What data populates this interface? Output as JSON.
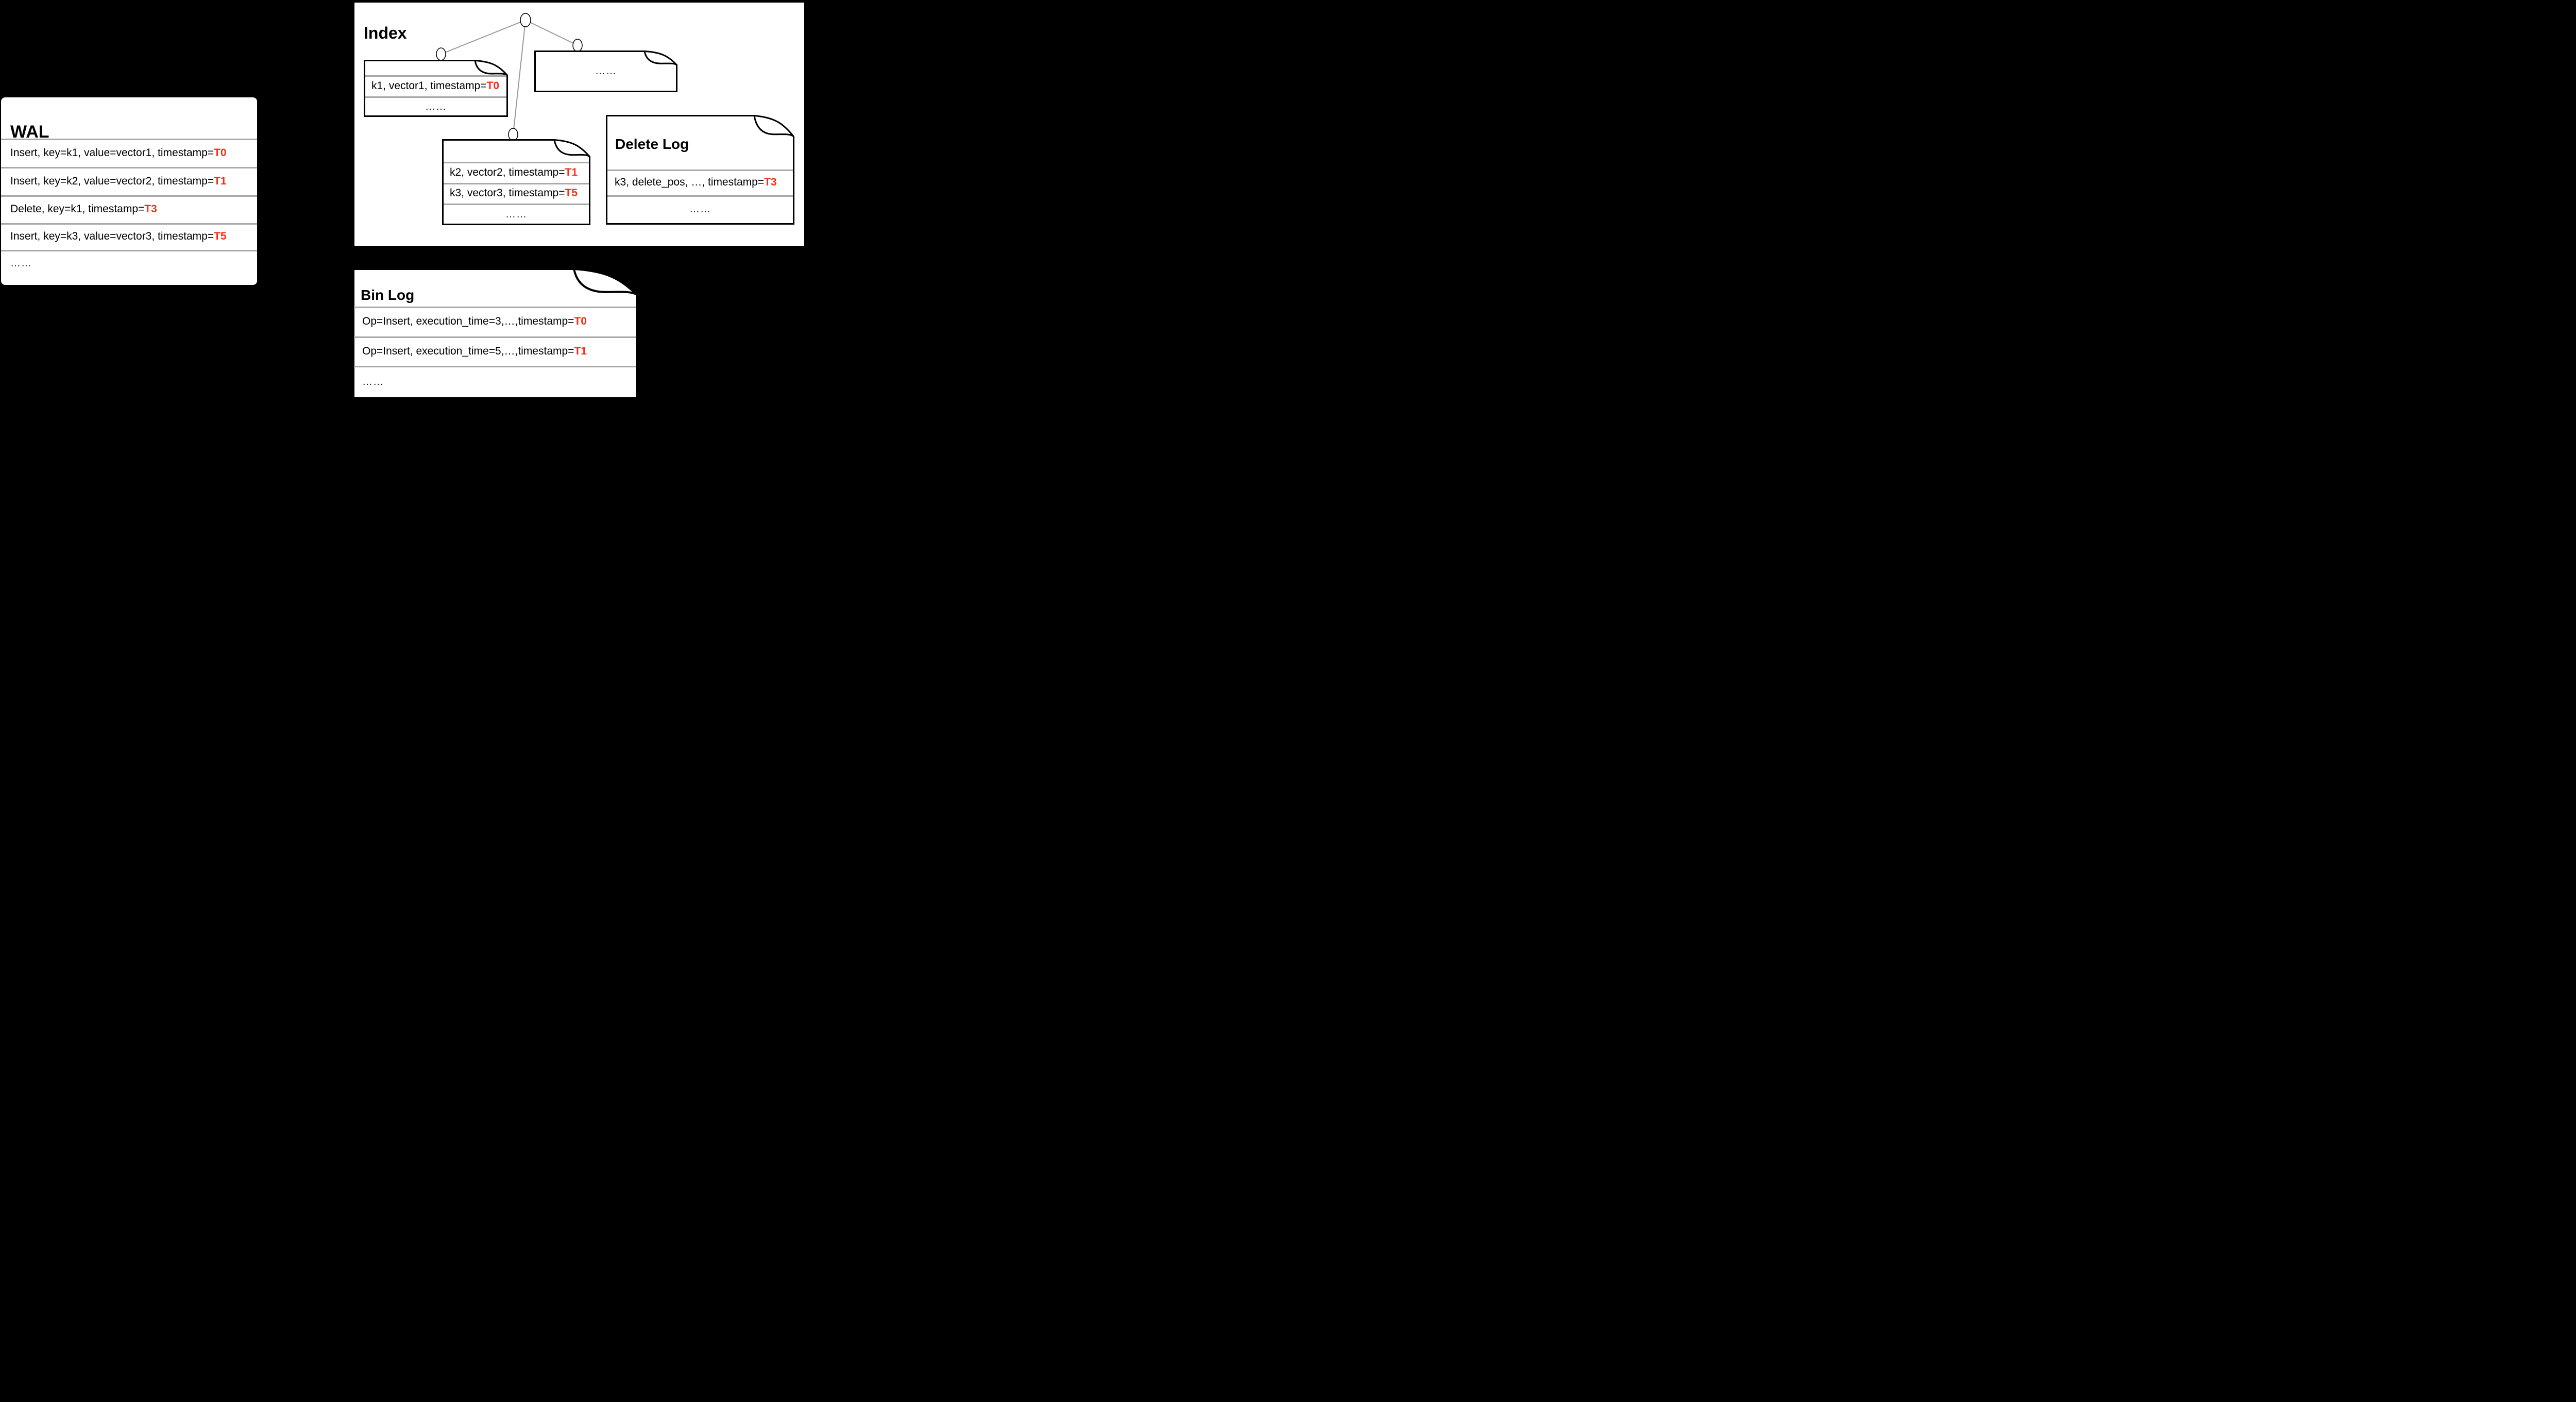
{
  "colors": {
    "background": "#000000",
    "panel": "#FFFFFF",
    "accent_red": "#FC2D14",
    "separator_gray": "#A8A8A8",
    "tree_line_gray": "#999999",
    "outline_black": "#000000"
  },
  "wal": {
    "title": "WAL",
    "rows": [
      {
        "text": "Insert, key=k1, value=vector1, timestamp=",
        "timestamp": "T0"
      },
      {
        "text": "Insert, key=k2, value=vector2, timestamp=",
        "timestamp": "T1"
      },
      {
        "text": "Delete, key=k1, timestamp=",
        "timestamp": "T3"
      },
      {
        "text": "Insert, key=k3, value=vector3, timestamp=",
        "timestamp": "T5"
      }
    ],
    "ellipsis": "……"
  },
  "index": {
    "title": "Index",
    "leaf_k1": {
      "rows": [
        {
          "text": "k1, vector1, timestamp=",
          "timestamp": "T0"
        }
      ],
      "ellipsis": "……"
    },
    "leaf_other": {
      "ellipsis": "……"
    },
    "leaf_k2k3": {
      "rows": [
        {
          "text": "k2, vector2, timestamp=",
          "timestamp": "T1"
        },
        {
          "text": "k3, vector3, timestamp=",
          "timestamp": "T5"
        }
      ],
      "ellipsis": "……"
    }
  },
  "delete_log": {
    "title": "Delete Log",
    "rows": [
      {
        "text": "k3, delete_pos, …, timestamp=",
        "timestamp": "T3"
      }
    ],
    "ellipsis": "……"
  },
  "bin_log": {
    "title": "Bin Log",
    "rows": [
      {
        "text": "Op=Insert, execution_time=3,…,timestamp=",
        "timestamp": "T0"
      },
      {
        "text": "Op=Insert, execution_time=5,…,timestamp=",
        "timestamp": "T1"
      }
    ],
    "ellipsis": "……"
  }
}
